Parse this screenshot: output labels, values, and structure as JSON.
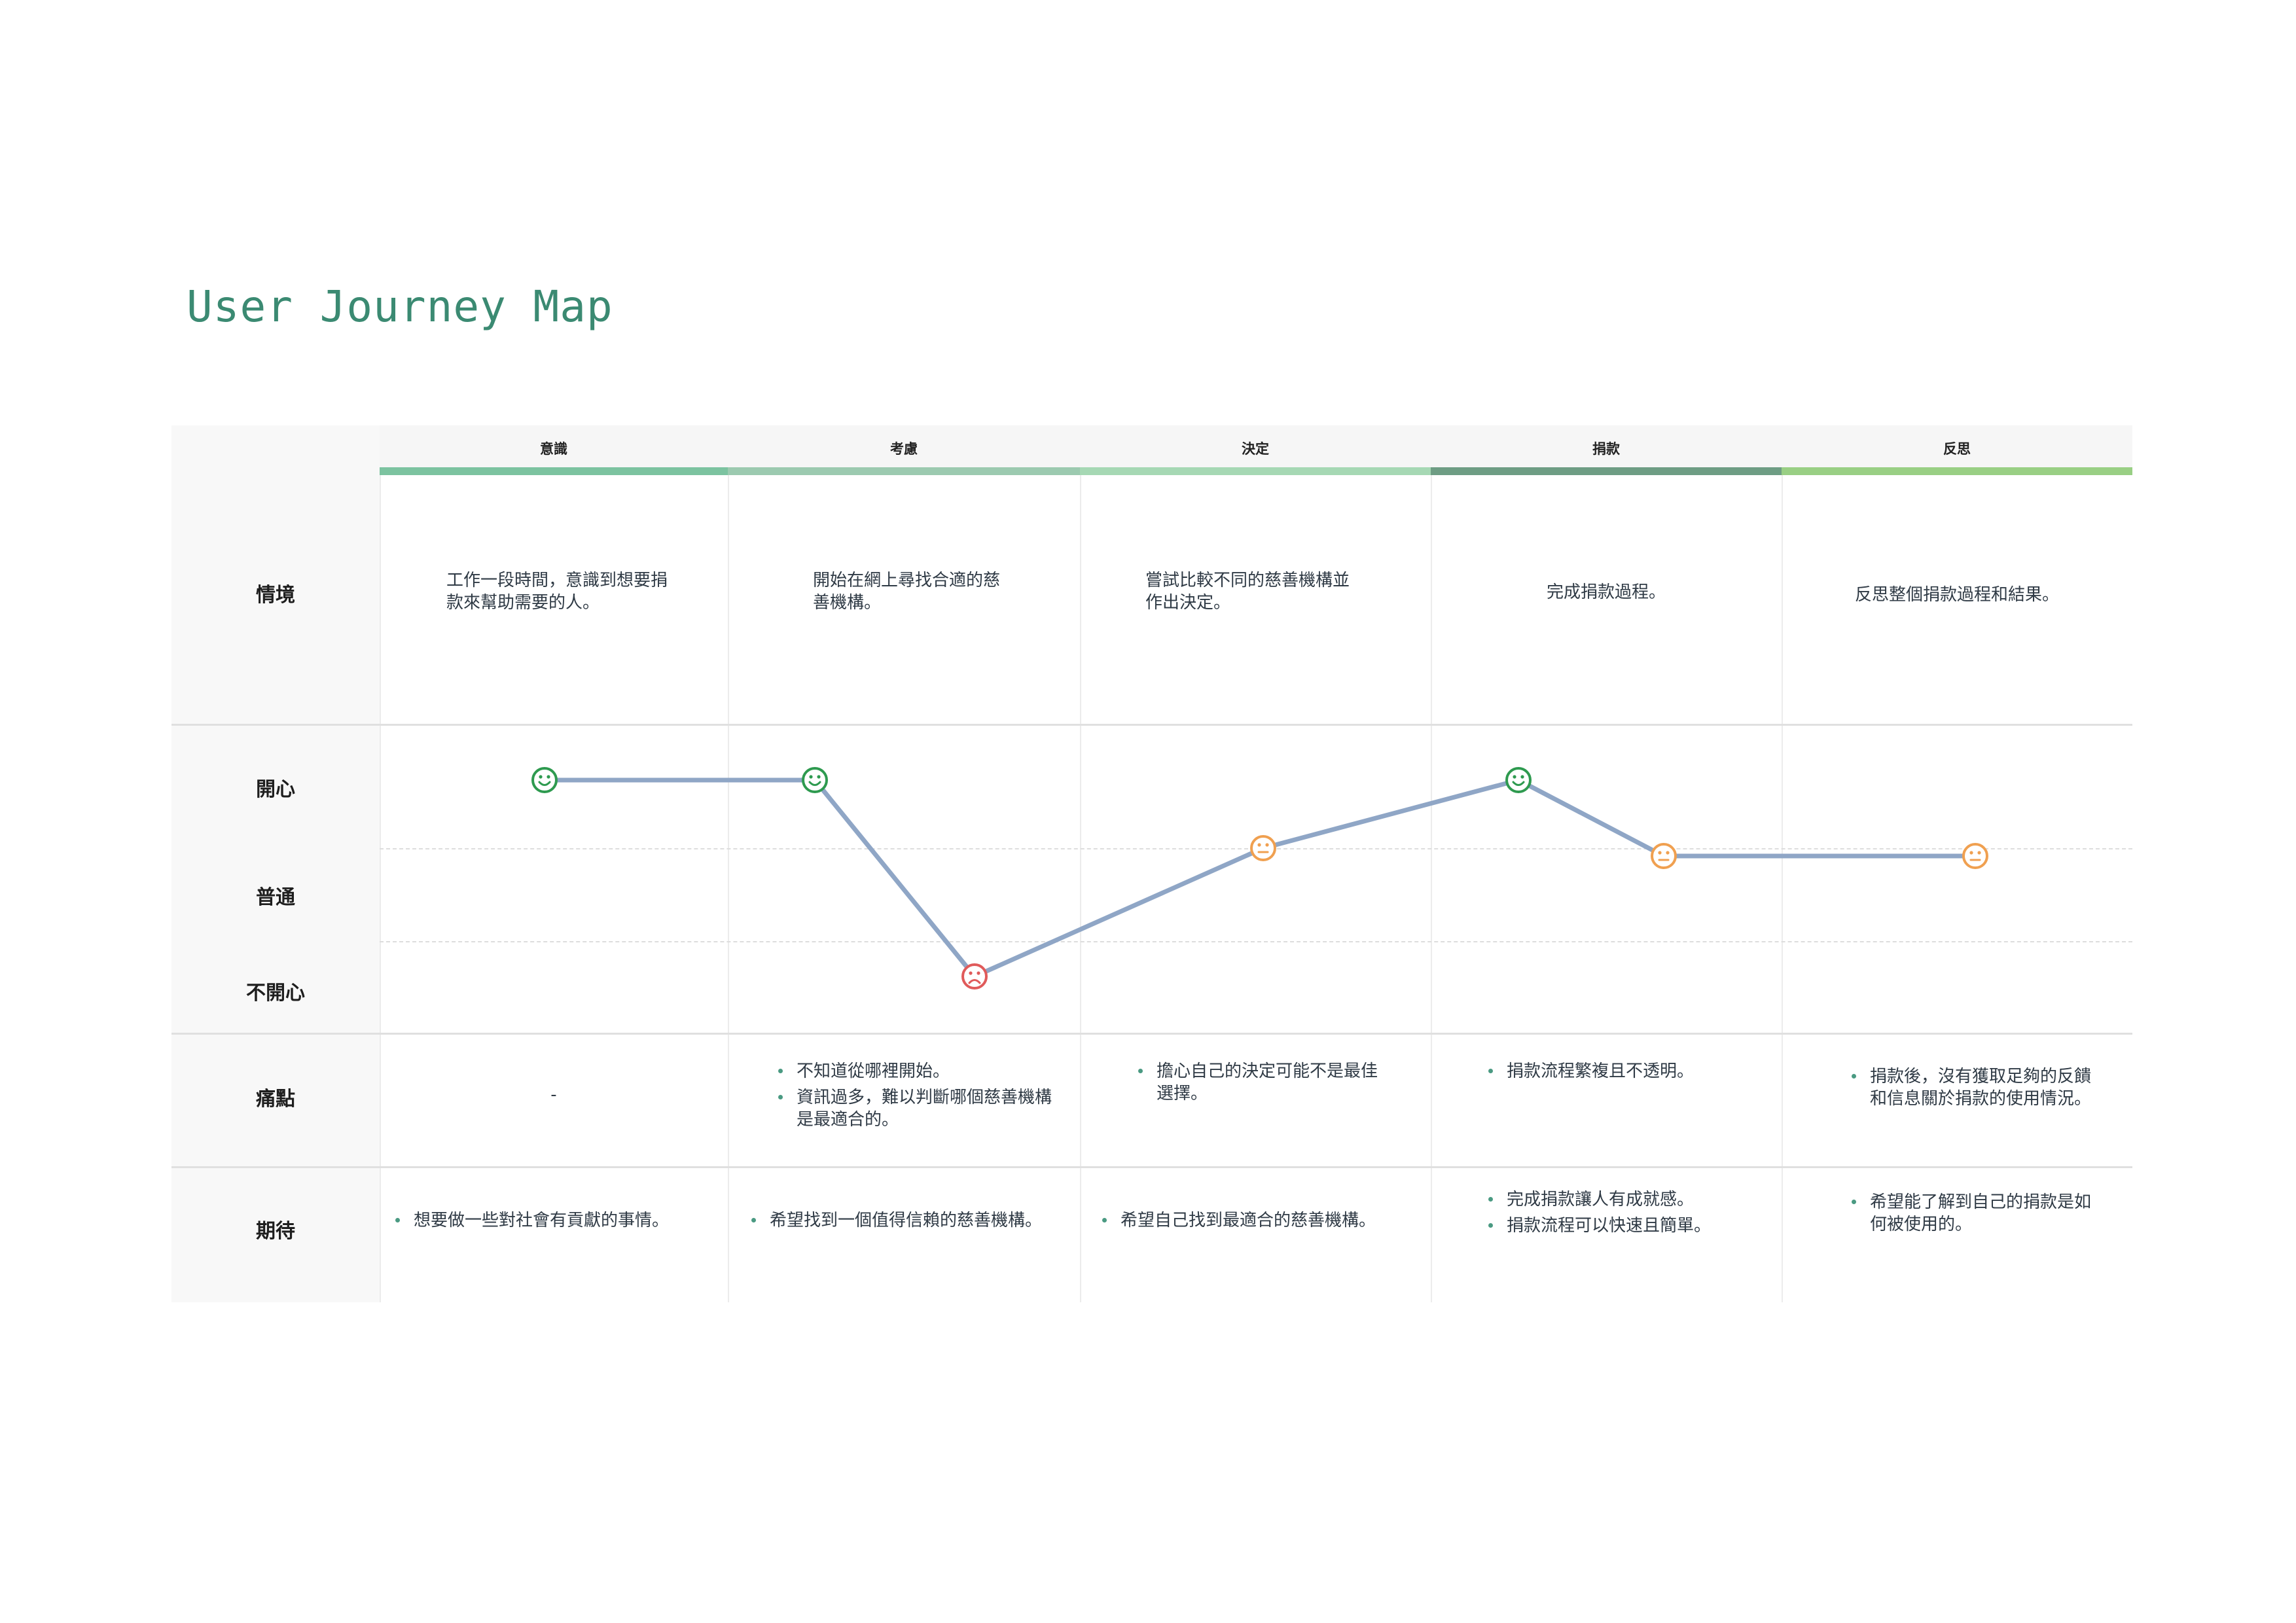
{
  "title": "User Journey Map",
  "stages": [
    {
      "label": "意識",
      "color": "#7cc3a0"
    },
    {
      "label": "考慮",
      "color": "#9ccab0"
    },
    {
      "label": "決定",
      "color": "#a6d8b4"
    },
    {
      "label": "捐款",
      "color": "#6e9d84"
    },
    {
      "label": "反思",
      "color": "#99cf84"
    }
  ],
  "rows": {
    "scenario": "情境",
    "happy": "開心",
    "normal": "普通",
    "unhappy": "不開心",
    "pain": "痛點",
    "expect": "期待"
  },
  "scenario": [
    "工作一段時間，意識到想要捐款來幫助需要的人。",
    "開始在網上尋找合適的慈善機構。",
    "嘗試比較不同的慈善機構並作出決定。",
    "完成捐款過程。",
    "反思整個捐款過程和結果。"
  ],
  "emotion_points": [
    {
      "stage": "意識",
      "mood": "開心"
    },
    {
      "stage": "考慮",
      "mood": "開心"
    },
    {
      "stage": "考慮",
      "mood": "不開心"
    },
    {
      "stage": "決定",
      "mood": "普通"
    },
    {
      "stage": "捐款",
      "mood": "開心"
    },
    {
      "stage": "捐款",
      "mood": "普通"
    },
    {
      "stage": "反思",
      "mood": "普通"
    }
  ],
  "emotion_colors": {
    "開心": "#2e9a4f",
    "普通": "#f0a050",
    "不開心": "#e05a5a",
    "line": "#8fa6c6"
  },
  "pain_empty": "-",
  "pain": [
    [],
    [
      "不知道從哪裡開始。",
      "資訊過多，難以判斷哪個慈善機構是最適合的。"
    ],
    [
      "擔心自己的決定可能不是最佳選擇。"
    ],
    [
      "捐款流程繁複且不透明。"
    ],
    [
      "捐款後，沒有獲取足夠的反饋和信息關於捐款的使用情況。"
    ]
  ],
  "expect": [
    [
      "想要做一些對社會有貢獻的事情。"
    ],
    [
      "希望找到一個值得信賴的慈善機構。"
    ],
    [
      "希望自己找到最適合的慈善機構。"
    ],
    [
      "完成捐款讓人有成就感。",
      "捐款流程可以快速且簡單。"
    ],
    [
      "希望能了解到自己的捐款是如何被使用的。"
    ]
  ]
}
